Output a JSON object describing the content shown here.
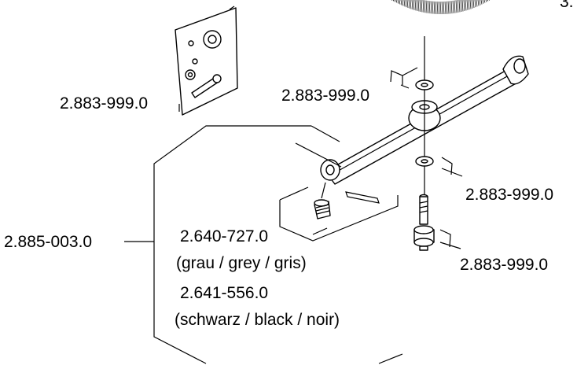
{
  "diagram": {
    "labels": {
      "pouch_kit": "2.883-999.0",
      "top_washer": "2.883-999.0",
      "lower_washer": "2.883-999.0",
      "spindle": "2.883-999.0",
      "assembly": "2.885-003.0",
      "nozzle_grey_part": "2.640-727.0",
      "nozzle_grey_colors": "(grau / grey / gris)",
      "nozzle_black_part": "2.641-556.0",
      "nozzle_black_colors": "(schwarz / black / noir)",
      "corner_fragment": "3."
    }
  }
}
